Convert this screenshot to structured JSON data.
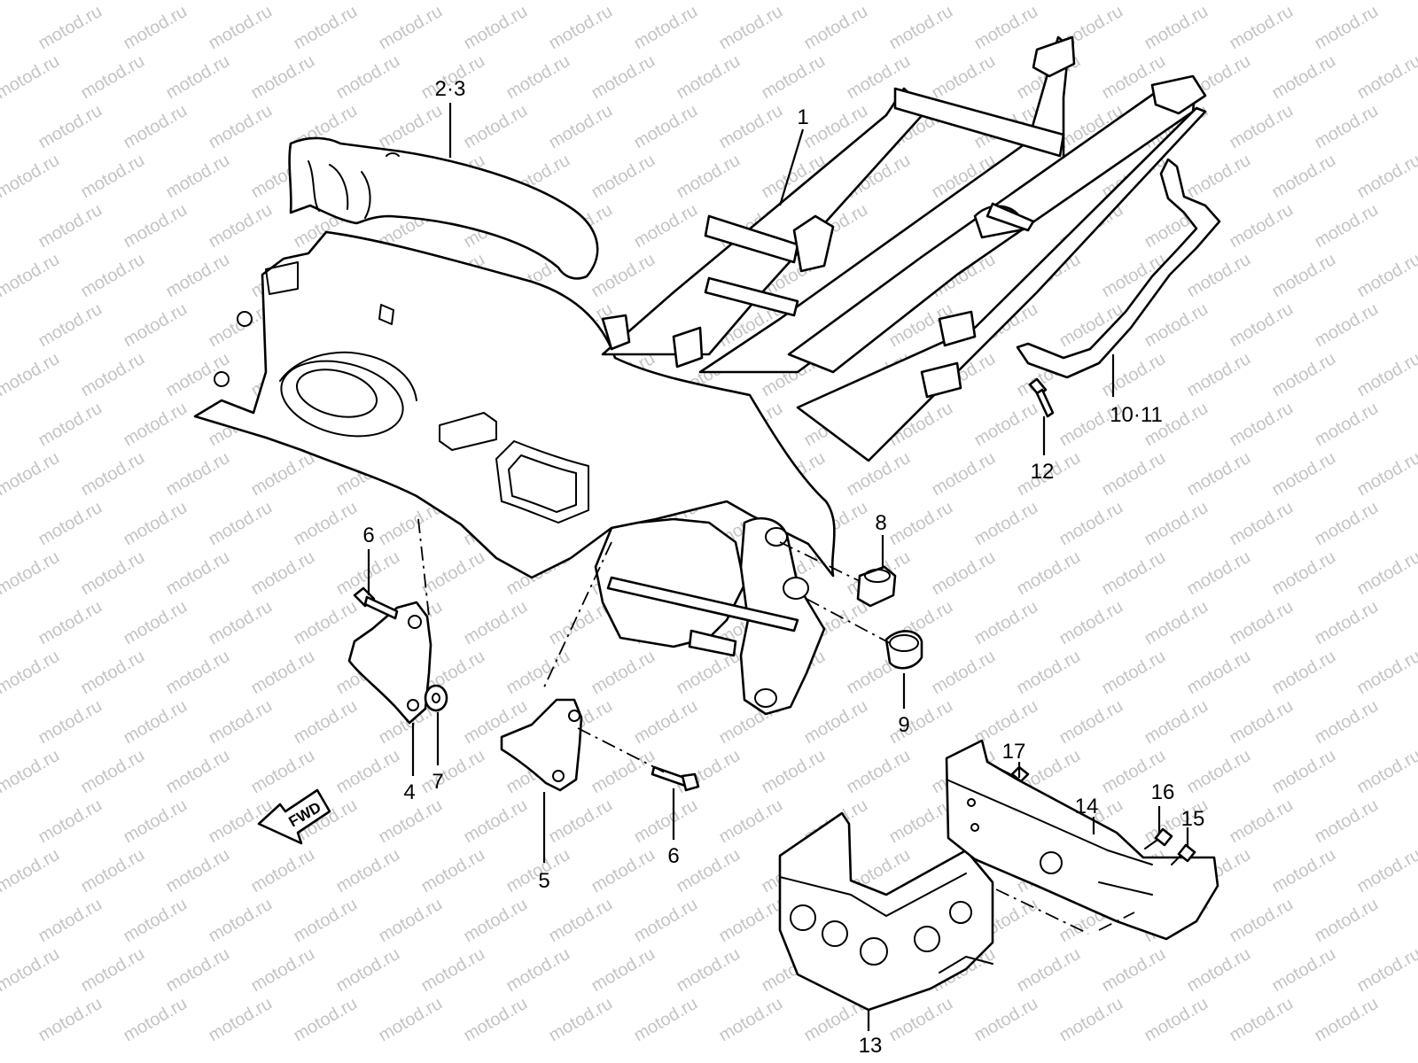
{
  "diagram": {
    "watermark_text": "motod.ru",
    "direction_badge": "FWD",
    "callouts": [
      {
        "id": "c1",
        "label": "1"
      },
      {
        "id": "c2",
        "label": "2·3"
      },
      {
        "id": "c3",
        "label": "4"
      },
      {
        "id": "c4",
        "label": "5"
      },
      {
        "id": "c5",
        "label": "6"
      },
      {
        "id": "c6",
        "label": "6"
      },
      {
        "id": "c7",
        "label": "7"
      },
      {
        "id": "c8",
        "label": "8"
      },
      {
        "id": "c9",
        "label": "9"
      },
      {
        "id": "c10",
        "label": "10·11"
      },
      {
        "id": "c11",
        "label": "12"
      },
      {
        "id": "c12",
        "label": "13"
      },
      {
        "id": "c13",
        "label": "14"
      },
      {
        "id": "c14",
        "label": "15"
      },
      {
        "id": "c15",
        "label": "16"
      },
      {
        "id": "c16",
        "label": "17"
      }
    ]
  }
}
